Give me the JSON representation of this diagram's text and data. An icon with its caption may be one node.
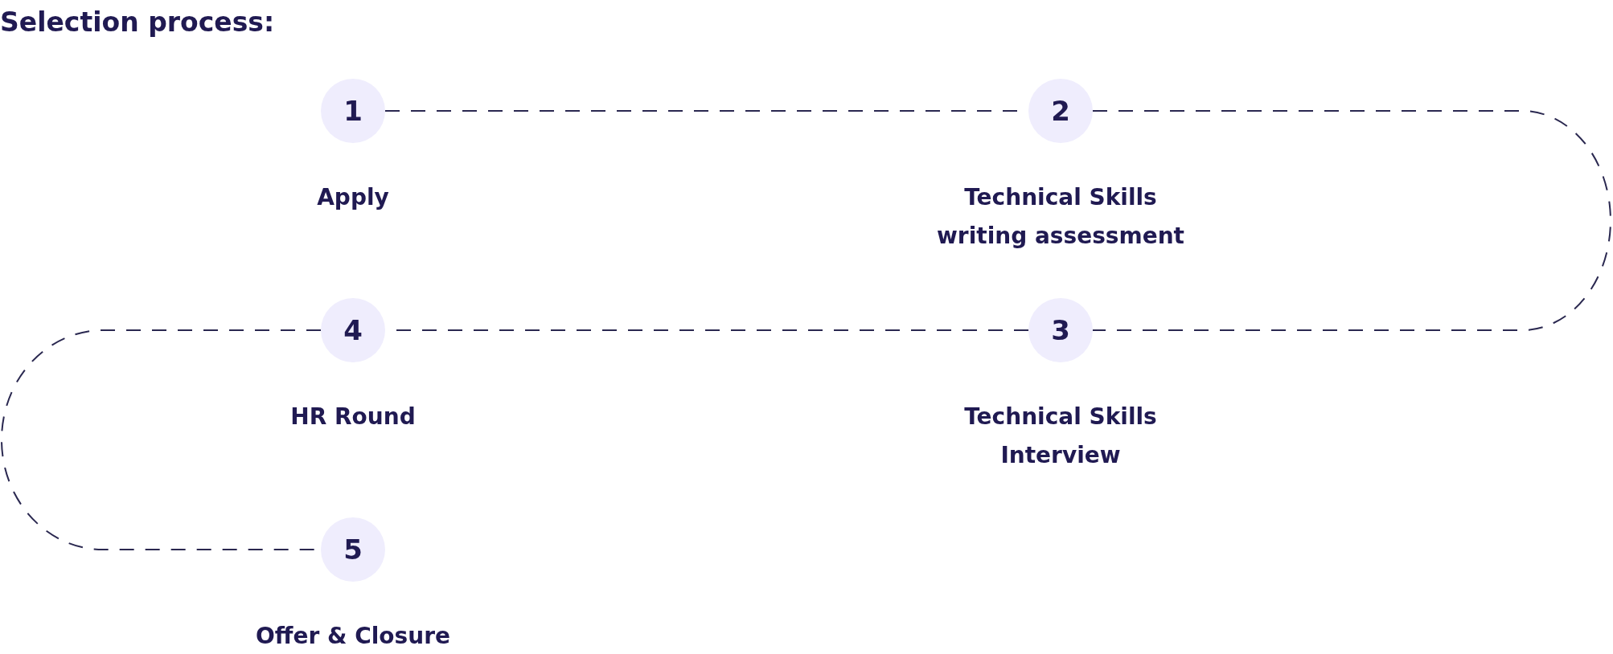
{
  "diagram": {
    "title": "Selection process:",
    "nodes": [
      {
        "text": [
          "1",
          "Apply"
        ]
      },
      {
        "text": [
          "2",
          "Technical Skills writing assessment"
        ]
      },
      {
        "text": [
          "3",
          "Technical Skills Interview"
        ]
      },
      {
        "text": [
          "4",
          "HR Round"
        ]
      },
      {
        "text": [
          "5",
          "Offer & Closure"
        ]
      }
    ],
    "edges": [
      {
        "from": 0,
        "to": 1,
        "arrow": "none",
        "style": "dashed"
      },
      {
        "from": 1,
        "to": 2,
        "arrow": "none",
        "style": "dashed"
      },
      {
        "from": 2,
        "to": 3,
        "arrow": "none",
        "style": "dashed"
      },
      {
        "from": 3,
        "to": 4,
        "arrow": "none",
        "style": "dashed"
      }
    ]
  }
}
